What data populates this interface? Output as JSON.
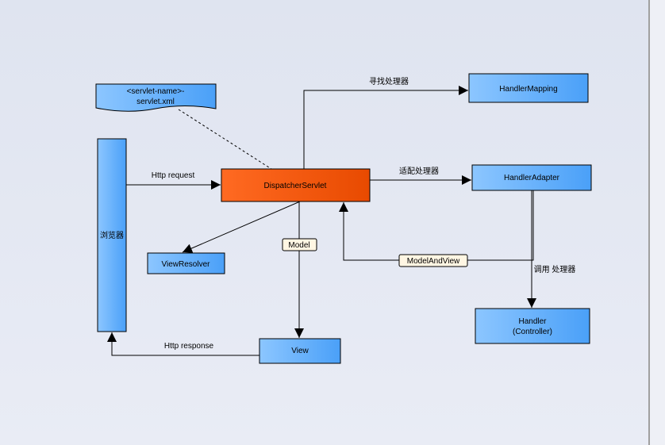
{
  "colors": {
    "node_blue": "#5aaaf8",
    "dispatcher": "#f3560f",
    "label_bg": "#fff6e3",
    "canvas": "#e4e8f2"
  },
  "nodes": {
    "config": [
      "<servlet-name>-",
      "servlet.xml"
    ],
    "browser": "浏览器",
    "dispatcher": "DispatcherServlet",
    "handler_mapping": "HandlerMapping",
    "handler_adapter": "HandlerAdapter",
    "handler": [
      "Handler",
      "(Controller)"
    ],
    "view_resolver": "ViewResolver",
    "view": "View"
  },
  "edges": {
    "request": "Http request",
    "response": "Http response",
    "find_handler": "寻找处理器",
    "adapt_handler": "适配处理器",
    "invoke_handler": "调用 处理器",
    "model": "Model",
    "model_and_view": "ModelAndView"
  }
}
